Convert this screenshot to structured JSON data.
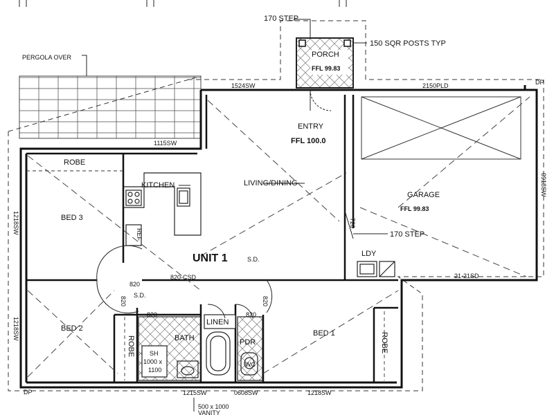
{
  "title": "UNIT 1",
  "rooms": {
    "porch": "PORCH",
    "porch_ffl": "FFL 99.83",
    "entry": "ENTRY",
    "entry_ffl": "FFL 100.0",
    "kitchen": "KITCHEN",
    "living_dining": "LIVING/DINING",
    "garage": "GARAGE",
    "garage_ffl": "FFL 99.83",
    "robe_top": "ROBE",
    "bed3": "BED 3",
    "ref": "REF",
    "ldy": "LDY",
    "bed2": "BED 2",
    "robe_left": "ROBE",
    "bath": "BATH",
    "linen": "LINEN",
    "pdr": "PDR",
    "wc": "WC",
    "sh": "SH",
    "sh_dim": "1000 x",
    "sh_dim2": "1100",
    "bed1": "BED 1",
    "robe_right": "ROBE"
  },
  "annotations": {
    "step_top": "170 STEP",
    "posts": "150 SQR POSTS TYP",
    "pergola": "PERGOLA OVER",
    "step_mid": "170 STEP",
    "vanity_1": "500 x 1000",
    "vanity_2": "VANITY"
  },
  "openings": {
    "w1524": "1524SW",
    "w2150": "2150PLD",
    "dp_right": "DP",
    "w1115": "1115SW",
    "w0918": "0918SW",
    "w1218_a": "1218SW",
    "w1218_b": "1218SW",
    "door_21": "21-21SD",
    "csd": "820-CSD",
    "sd1": "S.D.",
    "sd2": "S.D.",
    "d820_a": "820",
    "d820_b": "820",
    "d820_c": "820",
    "d820_d": "820",
    "d820_e": "820",
    "d720": "720",
    "dp_left": "DP",
    "w1215": "1215SW",
    "w0608": "0608SW",
    "w1218_c": "1218SW"
  }
}
